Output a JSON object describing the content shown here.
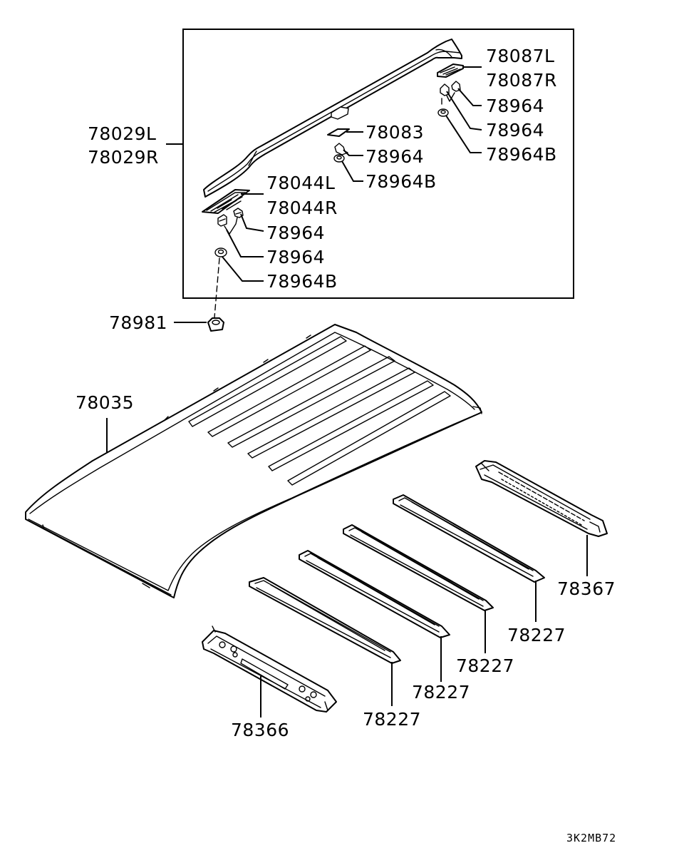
{
  "labels": {
    "roof_rail_l": "78029L",
    "roof_rail_r": "78029R",
    "end_cover_front_l": "78044L",
    "end_cover_front_r": "78044R",
    "end_cover_rear_l": "78087L",
    "end_cover_rear_r": "78087R",
    "mid_pad": "78083",
    "clip_a": "78964",
    "clip_b": "78964",
    "clip_c": "78964",
    "clip_d": "78964",
    "clip_e": "78964",
    "washer_a": "78964B",
    "washer_b": "78964B",
    "washer_c": "78964B",
    "nut": "78981",
    "roof_panel": "78035",
    "bow_1": "78227",
    "bow_2": "78227",
    "bow_3": "78227",
    "bow_4": "78227",
    "rear_header": "78367",
    "front_header": "78366"
  },
  "drawing_code": "3K2MB72"
}
